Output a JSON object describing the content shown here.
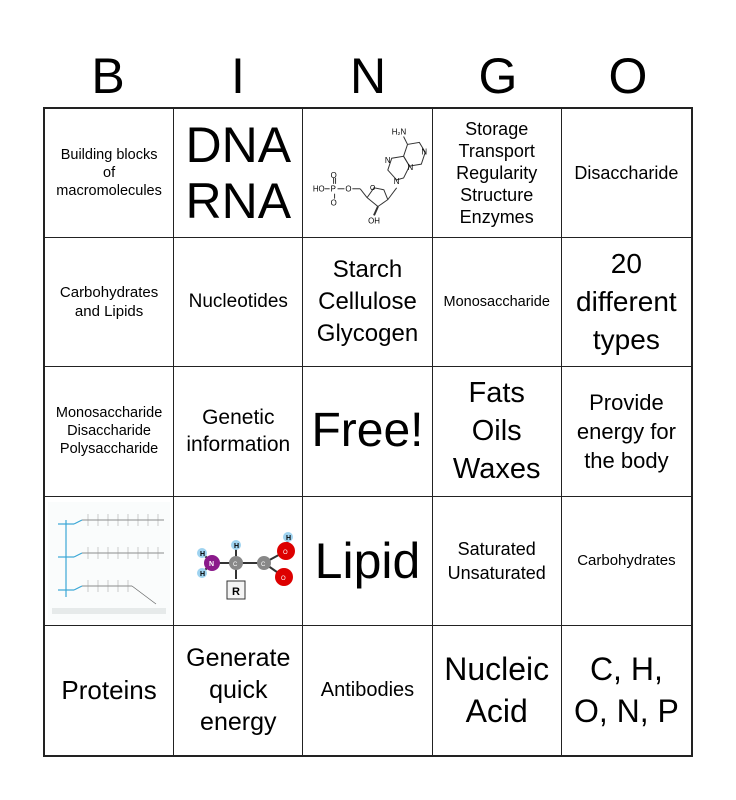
{
  "header": {
    "letters": [
      "B",
      "I",
      "N",
      "G",
      "O"
    ]
  },
  "cells": [
    {
      "text": "Building blocks\nof\nmacromolecules"
    },
    {
      "text": "DNA\nRNA"
    },
    {
      "image": "nucleotide-structure",
      "labels": {
        "amine": "H₂N",
        "hydroxyl_phosphate": "HO",
        "phosphorus": "P",
        "oxygen": "O",
        "o_minus": "O",
        "ring_n": "N",
        "sugar_oh": "OH"
      }
    },
    {
      "text": "Storage\nTransport\nRegularity\nStructure\nEnzymes"
    },
    {
      "text": "Disaccharide"
    },
    {
      "text": "Carbohydrates\nand Lipids"
    },
    {
      "text": "Nucleotides"
    },
    {
      "text": "Starch\nCellulose\nGlycogen"
    },
    {
      "text": "Monosaccharide"
    },
    {
      "text": "20\ndifferent\ntypes"
    },
    {
      "text": "Monosaccharide\nDisaccharide\nPolysaccharide"
    },
    {
      "text": "Genetic\ninformation"
    },
    {
      "text": "Free!"
    },
    {
      "text": "Fats\nOils\nWaxes"
    },
    {
      "text": "Provide\nenergy for\nthe body"
    },
    {
      "image": "triglyceride-structure"
    },
    {
      "image": "amino-acid-structure",
      "labels": {
        "h": "H",
        "n": "N",
        "c": "C",
        "o": "O",
        "r": "R"
      }
    },
    {
      "text": "Lipid"
    },
    {
      "text": "Saturated\nUnsaturated"
    },
    {
      "text": "Carbohydrates"
    },
    {
      "text": "Proteins"
    },
    {
      "text": "Generate\nquick\nenergy"
    },
    {
      "text": "Antibodies"
    },
    {
      "text": "Nucleic\nAcid"
    },
    {
      "text": "C, H,\nO, N, P"
    }
  ],
  "colors": {
    "grid_line": "#222222",
    "atom_n": "#8b1a8b",
    "atom_o": "#dd0000",
    "atom_c": "#888888",
    "atom_h": "#9fd3f0",
    "glycerol": "#3aa7d6"
  }
}
